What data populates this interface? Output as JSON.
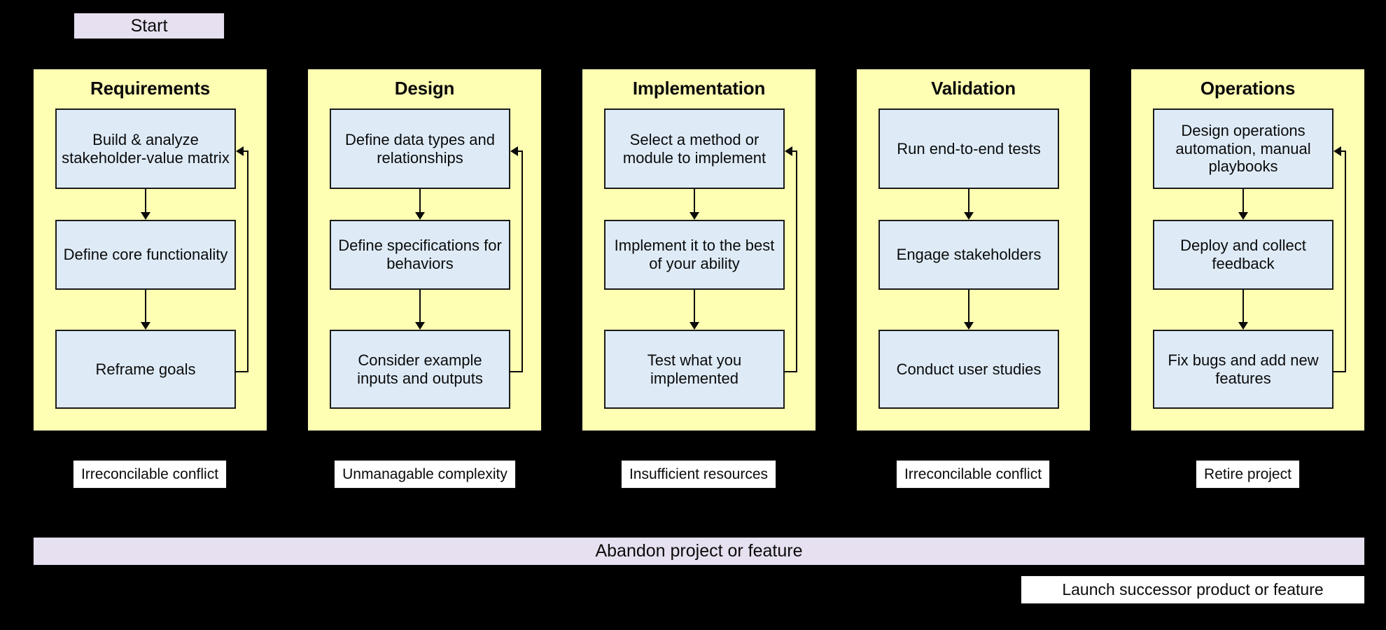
{
  "diagram": {
    "type": "flowchart",
    "title": "Software development lifecycle phases with iteration loops and exit conditions",
    "background_color": "#000000",
    "start_node": {
      "label": "Start",
      "fill": "#e7e0f0"
    },
    "phase_fill": "#ffffb3",
    "step_fill": "#deebf7",
    "exit_fill": "#ffffff",
    "phases": [
      {
        "title": "Requirements",
        "steps": [
          "Build & analyze stakeholder-value matrix",
          "Define core functionality",
          "Reframe goals"
        ],
        "has_loop_back": true,
        "exit_label": "Irreconcilable conflict"
      },
      {
        "title": "Design",
        "steps": [
          "Define data types and relationships",
          "Define specifications for behaviors",
          "Consider example inputs and outputs"
        ],
        "has_loop_back": true,
        "exit_label": "Unmanagable complexity"
      },
      {
        "title": "Implementation",
        "steps": [
          "Select a method or module to implement",
          "Implement it to the best of your ability",
          "Test what you implemented"
        ],
        "has_loop_back": true,
        "exit_label": "Insufficient resources"
      },
      {
        "title": "Validation",
        "steps": [
          "Run end-to-end tests",
          "Engage stakeholders",
          "Conduct user studies"
        ],
        "has_loop_back": false,
        "exit_label": "Irreconcilable conflict"
      },
      {
        "title": "Operations",
        "steps": [
          "Design operations automation, manual playbooks",
          "Deploy and collect feedback",
          "Fix bugs and add new features"
        ],
        "has_loop_back": true,
        "exit_label": "Retire project"
      }
    ],
    "abandon_bar": {
      "label": "Abandon project or feature",
      "fill": "#e7e0f0"
    },
    "launch_box": {
      "label": "Launch successor product or feature",
      "fill": "#ffffff"
    }
  }
}
